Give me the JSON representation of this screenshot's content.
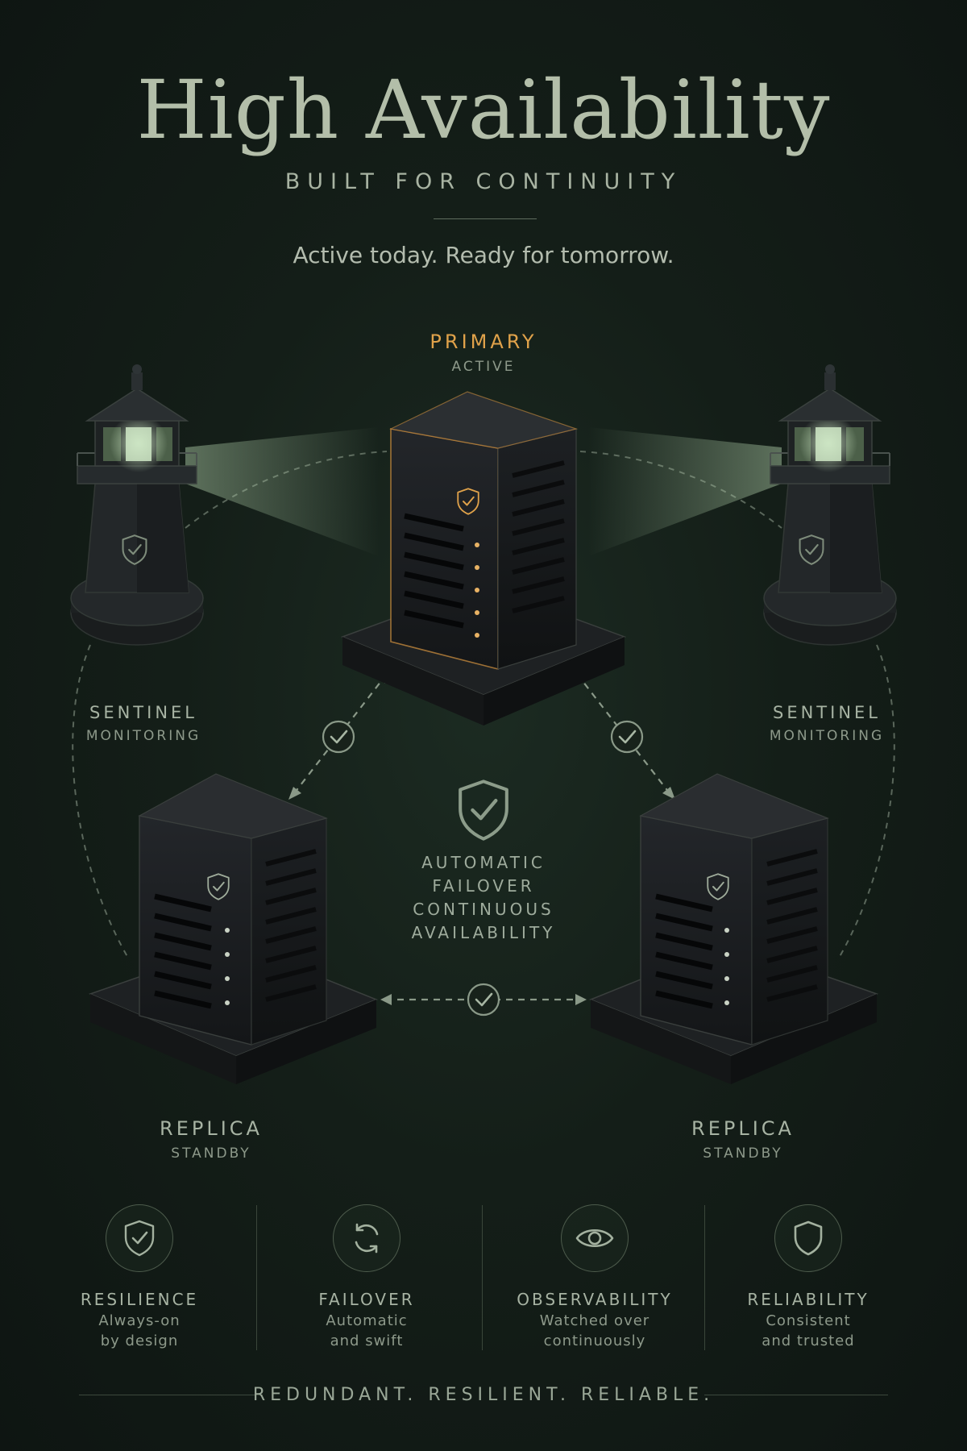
{
  "header": {
    "title": "High Availability",
    "subtitle": "BUILT FOR CONTINUITY",
    "tagline": "Active today. Ready for tomorrow."
  },
  "nodes": {
    "primary": {
      "role": "PRIMARY",
      "state": "ACTIVE"
    },
    "replica_left": {
      "role": "REPLICA",
      "state": "STANDBY"
    },
    "replica_right": {
      "role": "REPLICA",
      "state": "STANDBY"
    }
  },
  "sentinels": {
    "left": {
      "name": "SENTINEL",
      "role": "MONITORING"
    },
    "right": {
      "name": "SENTINEL",
      "role": "MONITORING"
    }
  },
  "center": {
    "lines": [
      "AUTOMATIC",
      "FAILOVER",
      "CONTINUOUS",
      "AVAILABILITY"
    ]
  },
  "features": [
    {
      "icon": "shield-check-icon",
      "title": "RESILIENCE",
      "line1": "Always-on",
      "line2": "by design"
    },
    {
      "icon": "sync-arrows-icon",
      "title": "FAILOVER",
      "line1": "Automatic",
      "line2": "and swift"
    },
    {
      "icon": "eye-icon",
      "title": "OBSERVABILITY",
      "line1": "Watched over",
      "line2": "continuously"
    },
    {
      "icon": "shield-icon",
      "title": "RELIABILITY",
      "line1": "Consistent",
      "line2": "and trusted"
    }
  ],
  "footer": "REDUNDANT. RESILIENT. RELIABLE.",
  "colors": {
    "background": "#141e18",
    "accent_primary": "#e0a24a",
    "accent_green": "#7d9a7a",
    "text": "#a9b6a6"
  }
}
